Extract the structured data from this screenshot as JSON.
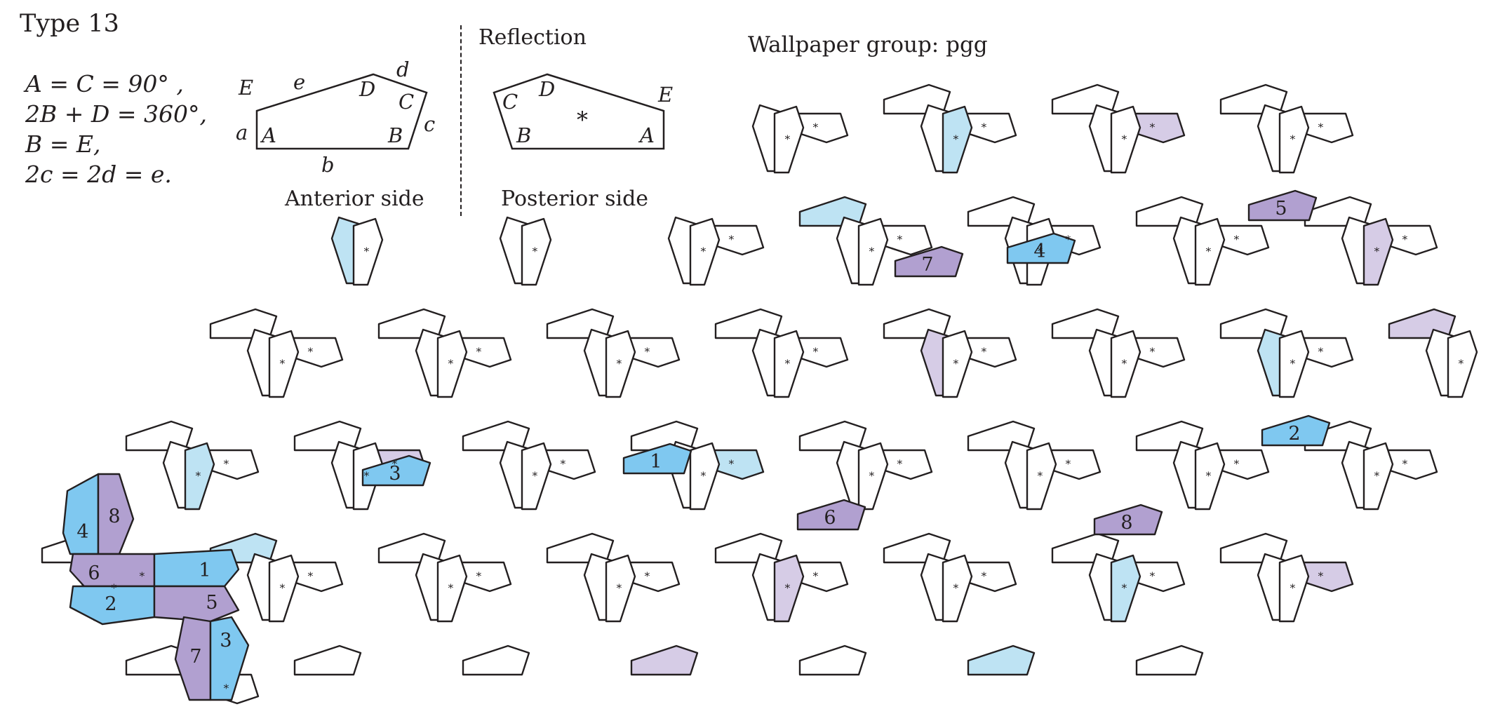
{
  "title": "Type 13",
  "conditions": [
    "A = C = 90° ,",
    "2B + D = 360°,",
    "B = E,",
    "2c = 2d = e."
  ],
  "anterior": {
    "caption": "Anterior side",
    "vertices": [
      "A",
      "B",
      "C",
      "D",
      "E"
    ],
    "edges": [
      "a",
      "b",
      "c",
      "d",
      "e"
    ]
  },
  "reflection_label": "Reflection",
  "posterior": {
    "caption": "Posterior side",
    "vertices": [
      "A",
      "B",
      "C",
      "D",
      "E"
    ],
    "mark": "*"
  },
  "wallpaper_group": "Wallpaper group: pgg",
  "colors": {
    "light_blue": "#bee3f3",
    "blue": "#7fc8f0",
    "light_purple": "#d6cce6",
    "purple": "#b1a0d0",
    "stroke": "#231f20"
  },
  "highlighted_tiles": {
    "labels": [
      "1",
      "2",
      "3",
      "4",
      "5",
      "6",
      "7",
      "8"
    ],
    "mark": "*"
  }
}
